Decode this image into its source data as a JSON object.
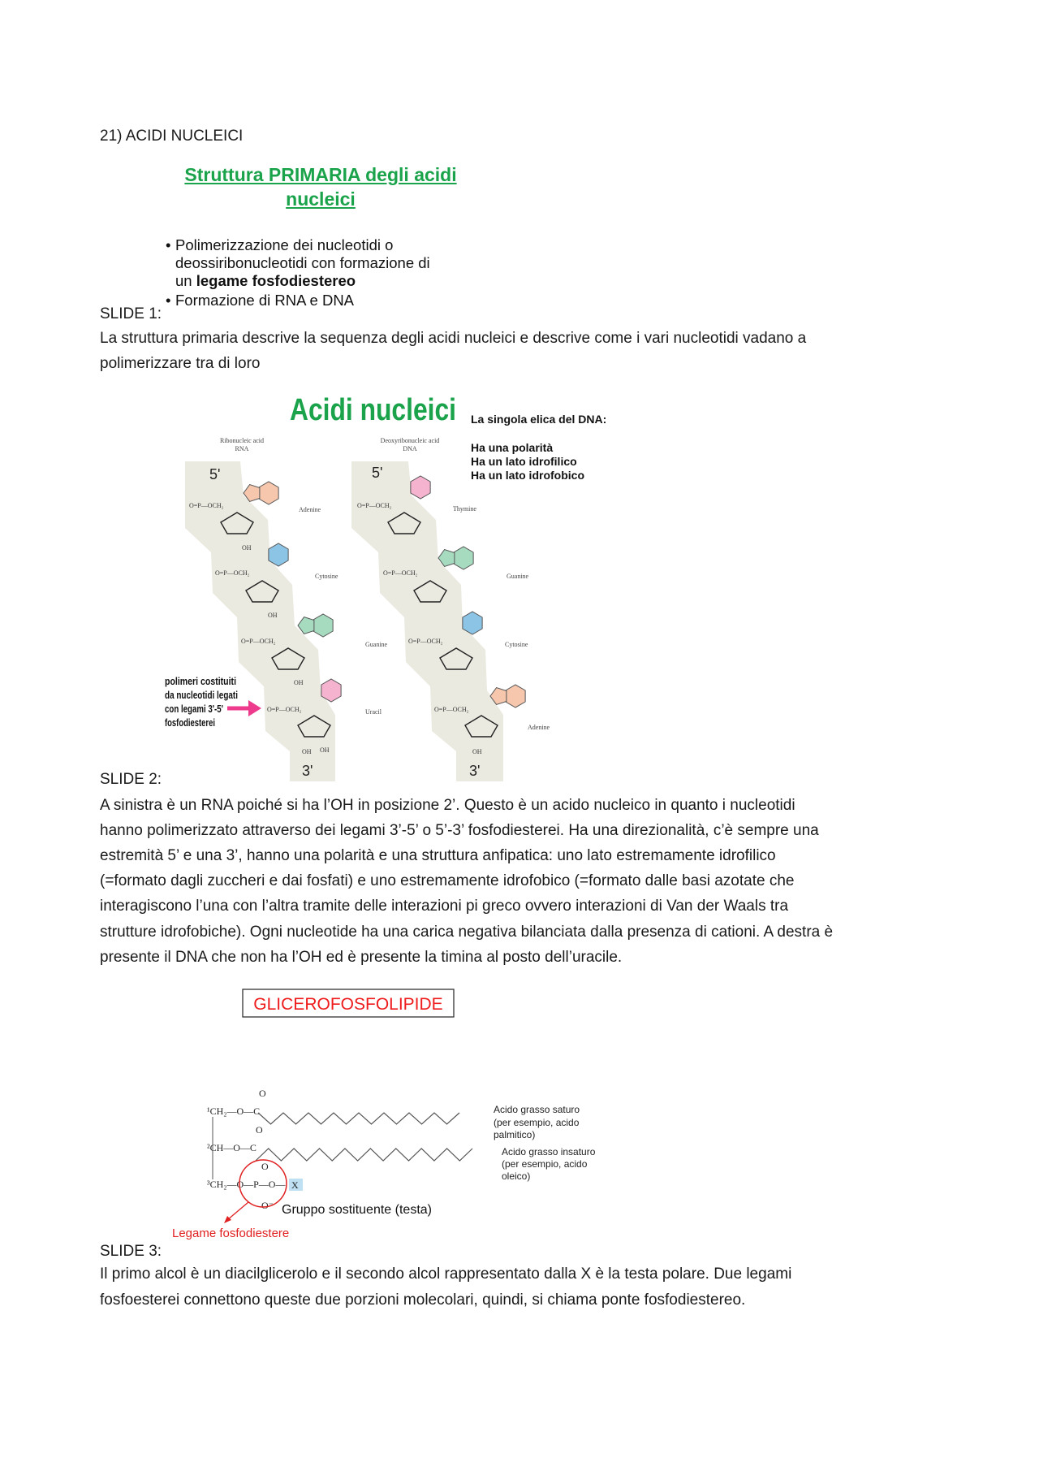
{
  "heading": "21) ACIDI NUCLEICI",
  "slide1": {
    "title_line1": "Struttura PRIMARIA degli acidi",
    "title_line2": "nucleici",
    "bullet1_line1": "Polimerizzazione dei nucleotidi o",
    "bullet1_line2": "deossiribonucleotidi con formazione di",
    "bullet1_line3_prefix": "un ",
    "bullet1_line3_bold": "legame fosfodiestereo",
    "bullet2": "Formazione di RNA e DNA",
    "label": "SLIDE 1:",
    "text_lines": [
      "La struttura primaria descrive la sequenza degli acidi nucleici e descrive come i vari nucleotidi vadano a",
      "polimerizzare tra di loro"
    ]
  },
  "slide2": {
    "title": "Acidi nucleici",
    "side_title": "La singola elica del DNA:",
    "side_points": [
      "Ha una polarità",
      "Ha un lato idrofilico",
      "Ha un lato idrofobico"
    ],
    "rna_caption_1": "Ribonucleic acid",
    "rna_caption_2": "RNA",
    "dna_caption_1": "Deoxyribonucleic acid",
    "dna_caption_2": "DNA",
    "five_prime": "5'",
    "three_prime": "3'",
    "rna_bases": [
      "Adenine",
      "Cytosine",
      "Guanine",
      "Uracil"
    ],
    "dna_bases": [
      "Thymine",
      "Guanine",
      "Cytosine",
      "Adenine"
    ],
    "phosphate_label": "O=P—OCH₂",
    "oh": "OH",
    "annotation": [
      "polimeri costituiti",
      "da nucleotidi legati",
      "con legami 3'-5'",
      "fosfodiesterei"
    ],
    "colors": {
      "adenine": "#f6c7ad",
      "cytosine": "#8cc4e6",
      "guanine": "#a6dbc0",
      "uracil_thymine": "#f6b3cf",
      "band": "#ebeae1",
      "arrow": "#ee3a8c",
      "title": "#1aa34a"
    },
    "label": "SLIDE 2:",
    "text_lines": [
      "A sinistra è un RNA poiché si ha l’OH in posizione 2’. Questo è un acido nucleico in quanto i nucleotidi",
      "hanno polimerizzato attraverso dei legami 3’-5’ o 5’-3’ fosfodiesterei. Ha una direzionalità, c’è sempre una",
      "estremità 5’ e una 3’, hanno una polarità e una struttura anfipatica: uno lato estremamente idrofilico",
      "(=formato dagli zuccheri e dai fosfati) e uno estremamente idrofobico (=formato dalle basi azotate che",
      "interagiscono l’una con l’altra tramite delle interazioni pi greco ovvero interazioni di Van der Waals tra",
      "strutture idrofobiche). Ogni nucleotide ha una carica negativa bilanciata dalla presenza di cationi. A destra è",
      "presente il DNA che non ha l’OH ed è presente la timina al posto dell’uracile."
    ]
  },
  "slide3": {
    "title": "GLICEROFOSFOLIPIDE",
    "row1": "¹CH₂—O—C",
    "row2": "²CH—O—C",
    "row3": "³CH₂—O—P—O—",
    "x_group": "X",
    "carbonyl_o": "O",
    "o_minus": "O⁻",
    "saturated": [
      "Acido grasso saturo",
      "(per esempio, acido",
      "palmitico)"
    ],
    "unsaturated": [
      "Acido grasso insaturo",
      "(per esempio, acido",
      "oleico)"
    ],
    "head_group": "Gruppo sostituente (testa)",
    "bond_label": "Legame fosfodiestere",
    "label": "SLIDE 3:",
    "text_lines": [
      "Il primo alcol è un diacilglicerolo e il secondo alcol rappresentato dalla X è la testa polare.  Due legami",
      "fosfoesterei connettono queste due porzioni molecolari, quindi, si chiama ponte fosfodiestereo."
    ]
  }
}
